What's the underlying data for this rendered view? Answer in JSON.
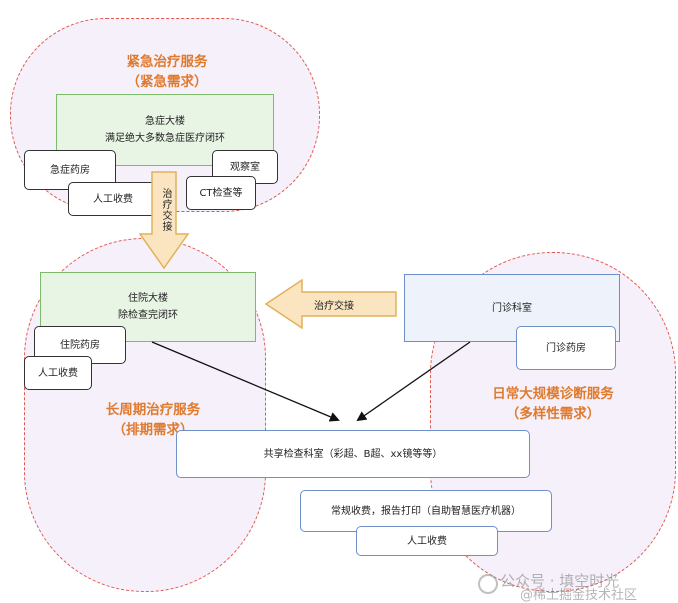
{
  "regions": {
    "emergency": {
      "title": "紧急治疗服务",
      "subtitle": "（紧急需求）"
    },
    "long_term": {
      "title": "长周期治疗服务",
      "subtitle": "（排期需求）"
    },
    "daily": {
      "title": "日常大规模诊断服务",
      "subtitle": "（多样性需求）"
    }
  },
  "nodes": {
    "emergency_building": {
      "line1": "急症大楼",
      "line2": "满足绝大多数急症医疗闭环"
    },
    "emergency_pharmacy": "急症药房",
    "emergency_cashier": "人工收费",
    "observation_room": "观察室",
    "ct_room": "CT检查等",
    "inpatient_building": {
      "line1": "住院大楼",
      "line2": "除检查完闭环"
    },
    "inpatient_pharmacy": "住院药房",
    "inpatient_cashier": "人工收费",
    "outpatient_dept": "门诊科室",
    "outpatient_pharmacy": "门诊药房",
    "shared_exam": "共享检查科室（彩超、B超、xx镜等等）",
    "self_service": "常规收费，报告打印（自助智慧医疗机器）",
    "shared_cashier": "人工收费"
  },
  "edges": {
    "handoff_down": "治疗交接",
    "handoff_left": "治疗交接"
  },
  "watermark": {
    "line1": "公众号 · 填空时光",
    "line2": "@稀土掘金技术社区"
  },
  "colors": {
    "region_border": "#e05a4e",
    "region_fill": "#ece4f6",
    "region_label": "#e07a2e",
    "green_border": "#7dbb6c",
    "blue_border": "#6f8fc9",
    "arrow_fill": "#fbe5c0",
    "arrow_stroke": "#e0b25a"
  }
}
